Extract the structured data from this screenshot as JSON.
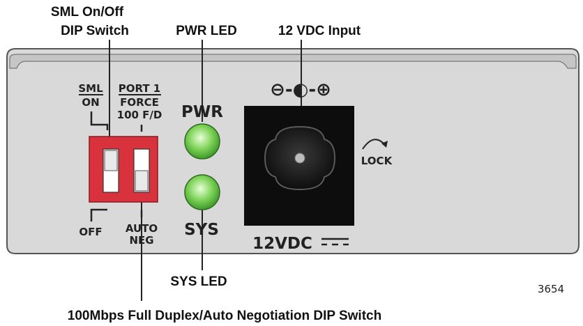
{
  "callouts": {
    "sml_switch_line1": "SML On/Off",
    "sml_switch_line2": "DIP Switch",
    "pwr_led": "PWR LED",
    "dc_input": "12 VDC Input",
    "sys_led": "SYS LED",
    "port_switch": "100Mbps Full Duplex/Auto Negotiation DIP Switch"
  },
  "panel": {
    "sml_top": "SML",
    "sml_bottom": "ON",
    "port_line1": "PORT 1",
    "port_line2": "FORCE",
    "port_line3": "100 F/D",
    "off": "OFF",
    "auto_line1": "AUTO",
    "auto_line2": "NEG",
    "pwr": "PWR",
    "sys": "SYS",
    "polarity": "⊖-◐-⊕",
    "lock": "LOCK",
    "vdc": "12VDC"
  },
  "figure_number": "3654",
  "colors": {
    "panel_fill": "#d9d9d9",
    "panel_stroke": "#555555",
    "dip_red": "#d8323c",
    "led_green": "#6cc24a",
    "jack_black": "#0d0d0d"
  }
}
